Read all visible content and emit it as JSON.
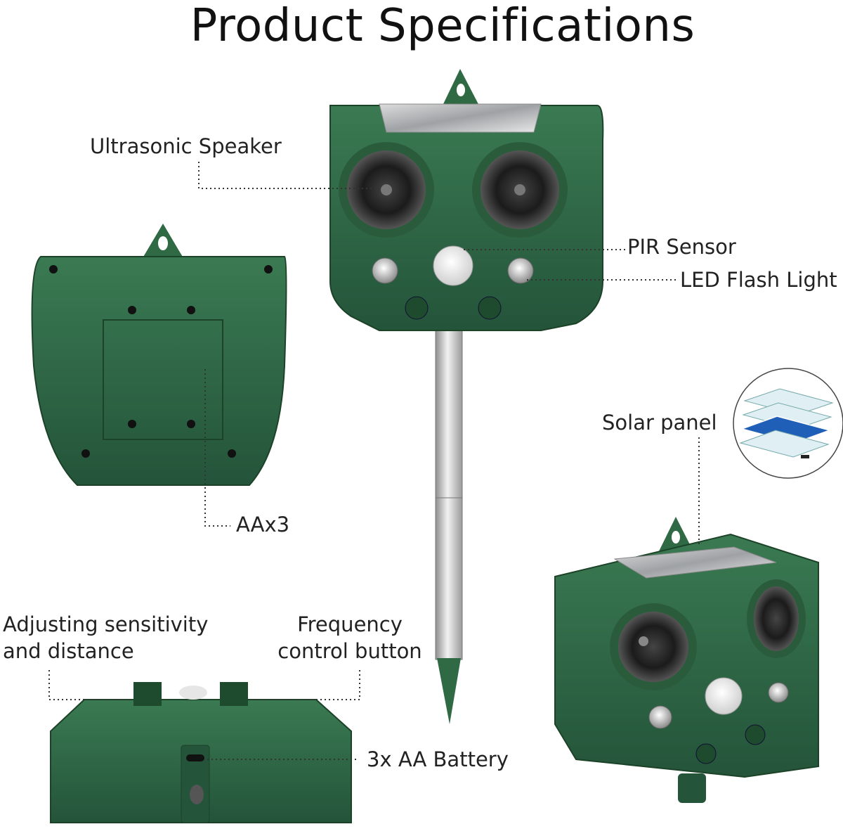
{
  "title": "Product Specifications",
  "labels": {
    "ultrasonic_speaker": "Ultrasonic Speaker",
    "pir_sensor": "PIR Sensor",
    "led_flash_light": "LED Flash Light",
    "solar_panel": "Solar panel",
    "battery_back": "AAx3",
    "sensitivity_line1": "Adjusting sensitivity",
    "sensitivity_line2": "and distance",
    "frequency_line1": "Frequency",
    "frequency_line2": "control button",
    "battery_bottom": "3x AA  Battery"
  },
  "colors": {
    "device_green": "#2f6a45",
    "device_dark": "#1f4a30",
    "metal": "#c9c9c9",
    "leader_line": "#333333"
  }
}
